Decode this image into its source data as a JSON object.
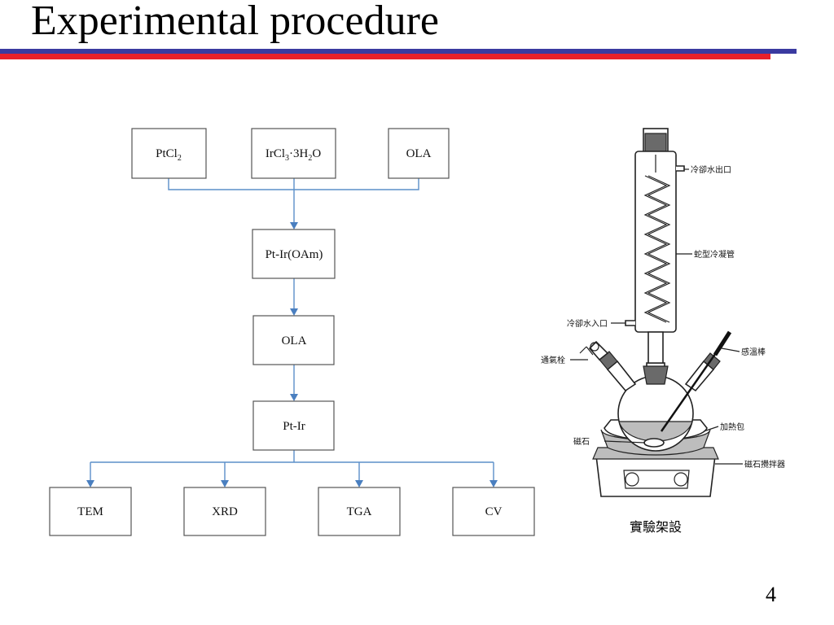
{
  "slide": {
    "title": "Experimental procedure",
    "page_number": "4"
  },
  "flowchart": {
    "precursors": [
      {
        "main": "PtCl",
        "sub": "2"
      },
      {
        "main": "IrCl",
        "sub": "3",
        "rest": "·3H",
        "sub2": "2",
        "tail": "O"
      },
      {
        "main": "OLA"
      }
    ],
    "step1": "Pt-Ir(OAm)",
    "step2": "OLA",
    "step3": "Pt-Ir",
    "analyses": [
      "TEM",
      "XRD",
      "TGA",
      "CV"
    ]
  },
  "apparatus": {
    "labels": {
      "water_out": "冷卻水出口",
      "condenser": "蛇型冷凝管",
      "water_in": "冷卻水入口",
      "gas_valve": "通氣栓",
      "thermometer": "感溫棒",
      "heating_mantle": "加熱包",
      "stir_bar": "磁石",
      "stirrer": "磁石攪拌器"
    },
    "caption": "實驗架設"
  }
}
